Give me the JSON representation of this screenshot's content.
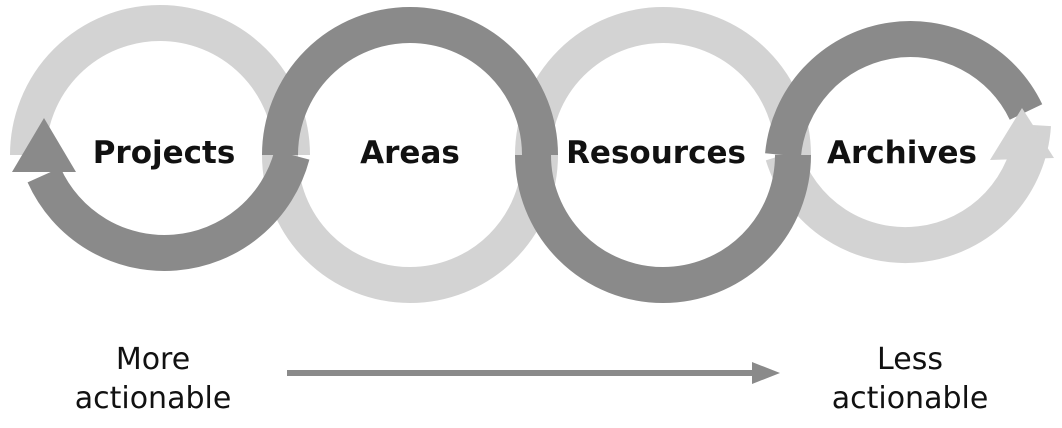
{
  "diagram": {
    "stages": [
      {
        "label": "Projects"
      },
      {
        "label": "Areas"
      },
      {
        "label": "Resources"
      },
      {
        "label": "Archives"
      }
    ],
    "scale": {
      "start_line1": "More",
      "start_line2": "actionable",
      "end_line1": "Less",
      "end_line2": "actionable"
    },
    "colors": {
      "dark_ring": "#8a8a8a",
      "light_ring": "#d3d3d3",
      "text": "#111111",
      "background": "#ffffff"
    }
  }
}
